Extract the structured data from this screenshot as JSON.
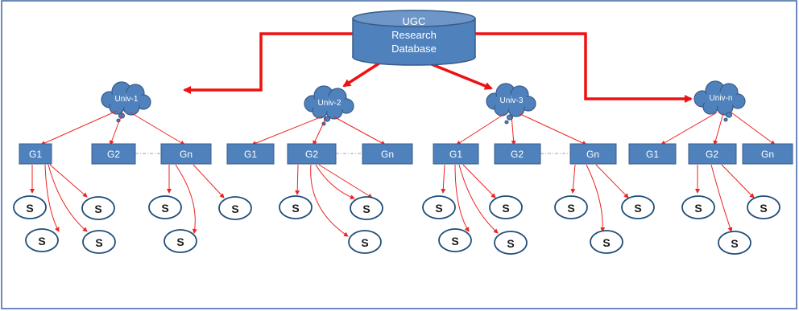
{
  "database": {
    "lines": [
      "UGC",
      "Research",
      "Database"
    ]
  },
  "universities": [
    {
      "label": "Univ-1",
      "groups": [
        "G1",
        "G2",
        "Gn"
      ]
    },
    {
      "label": "Univ-2",
      "groups": [
        "G1",
        "G2",
        "Gn"
      ]
    },
    {
      "label": "Univ-3",
      "groups": [
        "G1",
        "G2",
        "Gn"
      ]
    },
    {
      "label": "Univ-n",
      "groups": [
        "G1",
        "G2",
        "Gn"
      ]
    }
  ],
  "student_label": "S",
  "colors": {
    "node_fill": "#4f81bd",
    "arrow": "#ee1111",
    "frame": "#3b64a3"
  }
}
